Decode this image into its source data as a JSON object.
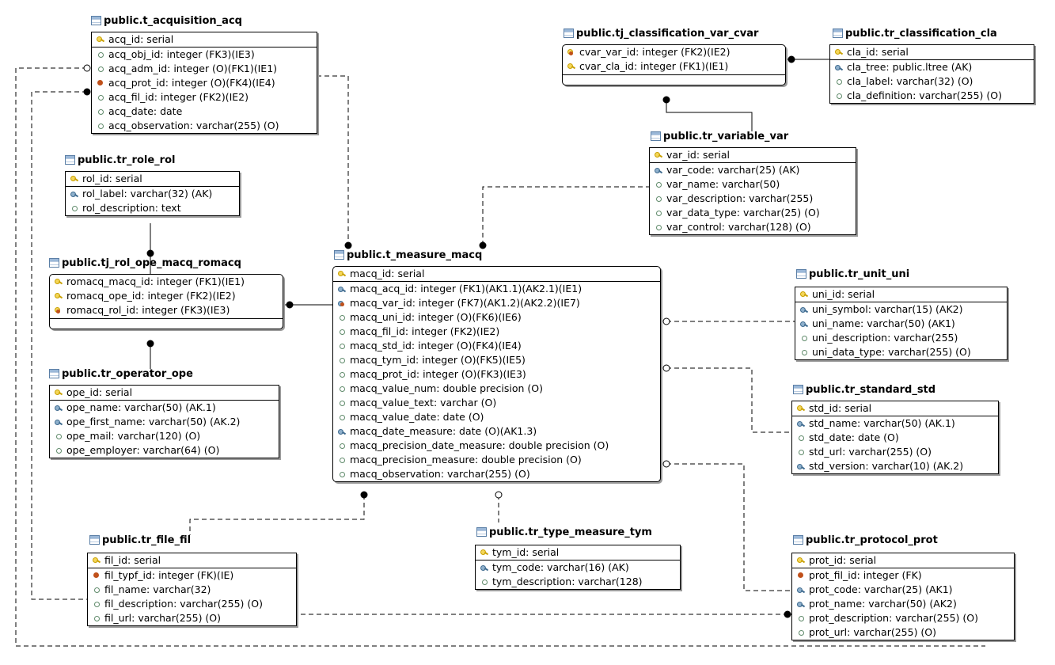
{
  "tables": [
    {
      "title": "public.t_acquisition_acq",
      "rows": [
        {
          "text": "acq_id: serial",
          "icon": "key"
        },
        {
          "text": "acq_obj_id: integer (FK3)(IE3)",
          "icon": "hollow"
        },
        {
          "text": "acq_adm_id: integer (O)(FK1)(IE1)",
          "icon": "hollow"
        },
        {
          "text": "acq_prot_id: integer (O)(FK4)(IE4)",
          "icon": "fk"
        },
        {
          "text": "acq_fil_id: integer (FK2)(IE2)",
          "icon": "hollow"
        },
        {
          "text": "acq_date: date",
          "icon": "hollow"
        },
        {
          "text": "acq_observation: varchar(255) (O)",
          "icon": "hollow"
        }
      ]
    },
    {
      "title": "public.tr_role_rol",
      "rows": [
        {
          "text": "rol_id: serial",
          "icon": "key"
        },
        {
          "text": "rol_label: varchar(32) (AK)",
          "icon": "akey"
        },
        {
          "text": "rol_description: text",
          "icon": "hollow"
        }
      ]
    },
    {
      "title": "public.tj_rol_ope_macq_romacq",
      "rows": [
        {
          "text": "romacq_macq_id: integer (FK1)(IE1)",
          "icon": "key"
        },
        {
          "text": "romacq_ope_id: integer (FK2)(IE2)",
          "icon": "key"
        },
        {
          "text": "romacq_rol_id: integer (FK3)(IE3)",
          "icon": "fkey"
        }
      ]
    },
    {
      "title": "public.tr_operator_ope",
      "rows": [
        {
          "text": "ope_id: serial",
          "icon": "key"
        },
        {
          "text": "ope_name: varchar(50) (AK.1)",
          "icon": "akey"
        },
        {
          "text": "ope_first_name: varchar(50) (AK.2)",
          "icon": "akey"
        },
        {
          "text": "ope_mail: varchar(120) (O)",
          "icon": "hollow"
        },
        {
          "text": "ope_employer: varchar(64) (O)",
          "icon": "hollow"
        }
      ]
    },
    {
      "title": "public.t_measure_macq",
      "rows": [
        {
          "text": "macq_id: serial",
          "icon": "key"
        },
        {
          "text": "macq_acq_id: integer (FK1)(AK1.1)(AK2.1)(IE1)",
          "icon": "akey"
        },
        {
          "text": "macq_var_id: integer (FK7)(AK1.2)(AK2.2)(IE7)",
          "icon": "fkakey"
        },
        {
          "text": "macq_uni_id: integer (O)(FK6)(IE6)",
          "icon": "hollow"
        },
        {
          "text": "macq_fil_id: integer (FK2)(IE2)",
          "icon": "hollow"
        },
        {
          "text": "macq_std_id: integer (O)(FK4)(IE4)",
          "icon": "hollow"
        },
        {
          "text": "macq_tym_id: integer (O)(FK5)(IE5)",
          "icon": "hollow"
        },
        {
          "text": "macq_prot_id: integer (O)(FK3)(IE3)",
          "icon": "hollow"
        },
        {
          "text": "macq_value_num: double precision (O)",
          "icon": "hollow"
        },
        {
          "text": "macq_value_text: varchar (O)",
          "icon": "hollow"
        },
        {
          "text": "macq_value_date: date (O)",
          "icon": "hollow"
        },
        {
          "text": "macq_date_measure: date (O)(AK1.3)",
          "icon": "akey"
        },
        {
          "text": "macq_precision_date_measure: double precision (O)",
          "icon": "hollow"
        },
        {
          "text": "macq_precision_measure: double precision (O)",
          "icon": "hollow"
        },
        {
          "text": "macq_observation: varchar(255) (O)",
          "icon": "hollow"
        }
      ]
    },
    {
      "title": "public.tj_classification_var_cvar",
      "rows": [
        {
          "text": "cvar_var_id: integer (FK2)(IE2)",
          "icon": "fkey"
        },
        {
          "text": "cvar_cla_id: integer (FK1)(IE1)",
          "icon": "key"
        }
      ]
    },
    {
      "title": "public.tr_classification_cla",
      "rows": [
        {
          "text": "cla_id: serial",
          "icon": "key"
        },
        {
          "text": "cla_tree: public.ltree (AK)",
          "icon": "akey"
        },
        {
          "text": "cla_label: varchar(32) (O)",
          "icon": "hollow"
        },
        {
          "text": "cla_definition: varchar(255) (O)",
          "icon": "hollow"
        }
      ]
    },
    {
      "title": "public.tr_variable_var",
      "rows": [
        {
          "text": "var_id: serial",
          "icon": "key"
        },
        {
          "text": "var_code: varchar(25) (AK)",
          "icon": "akey"
        },
        {
          "text": "var_name: varchar(50)",
          "icon": "hollow"
        },
        {
          "text": "var_description: varchar(255)",
          "icon": "hollow"
        },
        {
          "text": "var_data_type: varchar(25) (O)",
          "icon": "hollow"
        },
        {
          "text": "var_control: varchar(128) (O)",
          "icon": "hollow"
        }
      ]
    },
    {
      "title": "public.tr_unit_uni",
      "rows": [
        {
          "text": "uni_id: serial",
          "icon": "key"
        },
        {
          "text": "uni_symbol: varchar(15) (AK2)",
          "icon": "akey"
        },
        {
          "text": "uni_name: varchar(50) (AK1)",
          "icon": "akey"
        },
        {
          "text": "uni_description: varchar(255)",
          "icon": "hollow"
        },
        {
          "text": "uni_data_type: varchar(255) (O)",
          "icon": "hollow"
        }
      ]
    },
    {
      "title": "public.tr_standard_std",
      "rows": [
        {
          "text": "std_id: serial",
          "icon": "key"
        },
        {
          "text": "std_name: varchar(50) (AK.1)",
          "icon": "akey"
        },
        {
          "text": "std_date: date (O)",
          "icon": "hollow"
        },
        {
          "text": "std_url: varchar(255) (O)",
          "icon": "hollow"
        },
        {
          "text": "std_version: varchar(10) (AK.2)",
          "icon": "akey"
        }
      ]
    },
    {
      "title": "public.tr_file_fil",
      "rows": [
        {
          "text": "fil_id: serial",
          "icon": "key"
        },
        {
          "text": "fil_typf_id: integer (FK)(IE)",
          "icon": "fk"
        },
        {
          "text": "fil_name: varchar(32)",
          "icon": "hollow"
        },
        {
          "text": "fil_description: varchar(255) (O)",
          "icon": "hollow"
        },
        {
          "text": "fil_url: varchar(255) (O)",
          "icon": "hollow"
        }
      ]
    },
    {
      "title": "public.tr_type_measure_tym",
      "rows": [
        {
          "text": "tym_id: serial",
          "icon": "key"
        },
        {
          "text": "tym_code: varchar(16) (AK)",
          "icon": "akey"
        },
        {
          "text": "tym_description: varchar(128)",
          "icon": "hollow"
        }
      ]
    },
    {
      "title": "public.tr_protocol_prot",
      "rows": [
        {
          "text": "prot_id: serial",
          "icon": "key"
        },
        {
          "text": "prot_fil_id: integer (FK)",
          "icon": "fk"
        },
        {
          "text": "prot_code: varchar(25) (AK1)",
          "icon": "akey"
        },
        {
          "text": "prot_name: varchar(50) (AK2)",
          "icon": "akey"
        },
        {
          "text": "prot_description: varchar(255) (O)",
          "icon": "hollow"
        },
        {
          "text": "prot_url: varchar(255) (O)",
          "icon": "hollow"
        }
      ]
    }
  ]
}
